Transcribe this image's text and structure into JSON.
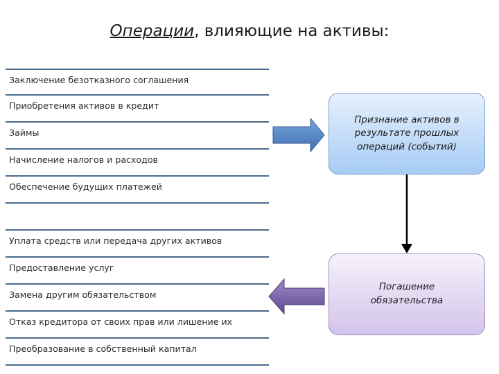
{
  "title": {
    "emphasis": "Операции",
    "rest": ", влияющие на активы:"
  },
  "operations": [
    "Заключение безотказного соглашения",
    "Приобретения активов в кредит",
    "Займы",
    "Начисление налогов и расходов",
    "Обеспечение будущих платежей",
    "",
    "Уплата средств или передача других активов",
    "Предоставление услуг",
    "Замена другим обязательством",
    "Отказ кредитора от своих прав или лишение их",
    "Преобразование в собственный капитал"
  ],
  "boxes": {
    "recognition": "Признание активов в результате прошлых операций (событий)",
    "settlement": "Погашение обязательства"
  },
  "colors": {
    "blue_arrow": "#4f81bd",
    "purple_arrow": "#7a64a8",
    "connector": "#000000"
  }
}
